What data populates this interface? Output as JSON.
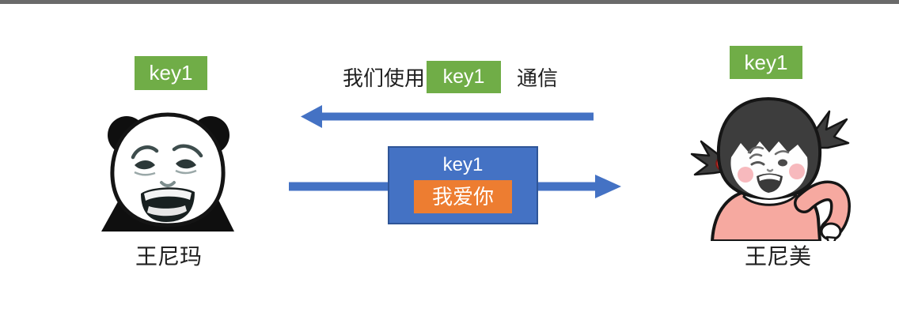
{
  "canvas": {
    "description": "symmetric-key communication diagram with two meme characters"
  },
  "colors": {
    "background": "#ffffff",
    "top_bar_gray": "#6a6a6a",
    "key_green": "#70AD47",
    "packet_blue": "#4472C4",
    "packet_border_blue": "#2F5597",
    "payload_orange": "#ED7D31",
    "arrow_blue": "#4472C4",
    "text_black": "#1f1f1f"
  },
  "left_actor": {
    "key_badge_label": "key1",
    "name": "王尼玛",
    "avatar": "panda-meme-face"
  },
  "right_actor": {
    "key_badge_label": "key1",
    "name": "王尼美",
    "avatar": "pigtail-girl-meme-face"
  },
  "reply_message": {
    "prefix": "我们使用",
    "key_label": "key1",
    "suffix": "通信",
    "direction": "right-to-left"
  },
  "packet": {
    "key_label": "key1",
    "payload_text": "我爱你",
    "direction": "left-to-right"
  }
}
